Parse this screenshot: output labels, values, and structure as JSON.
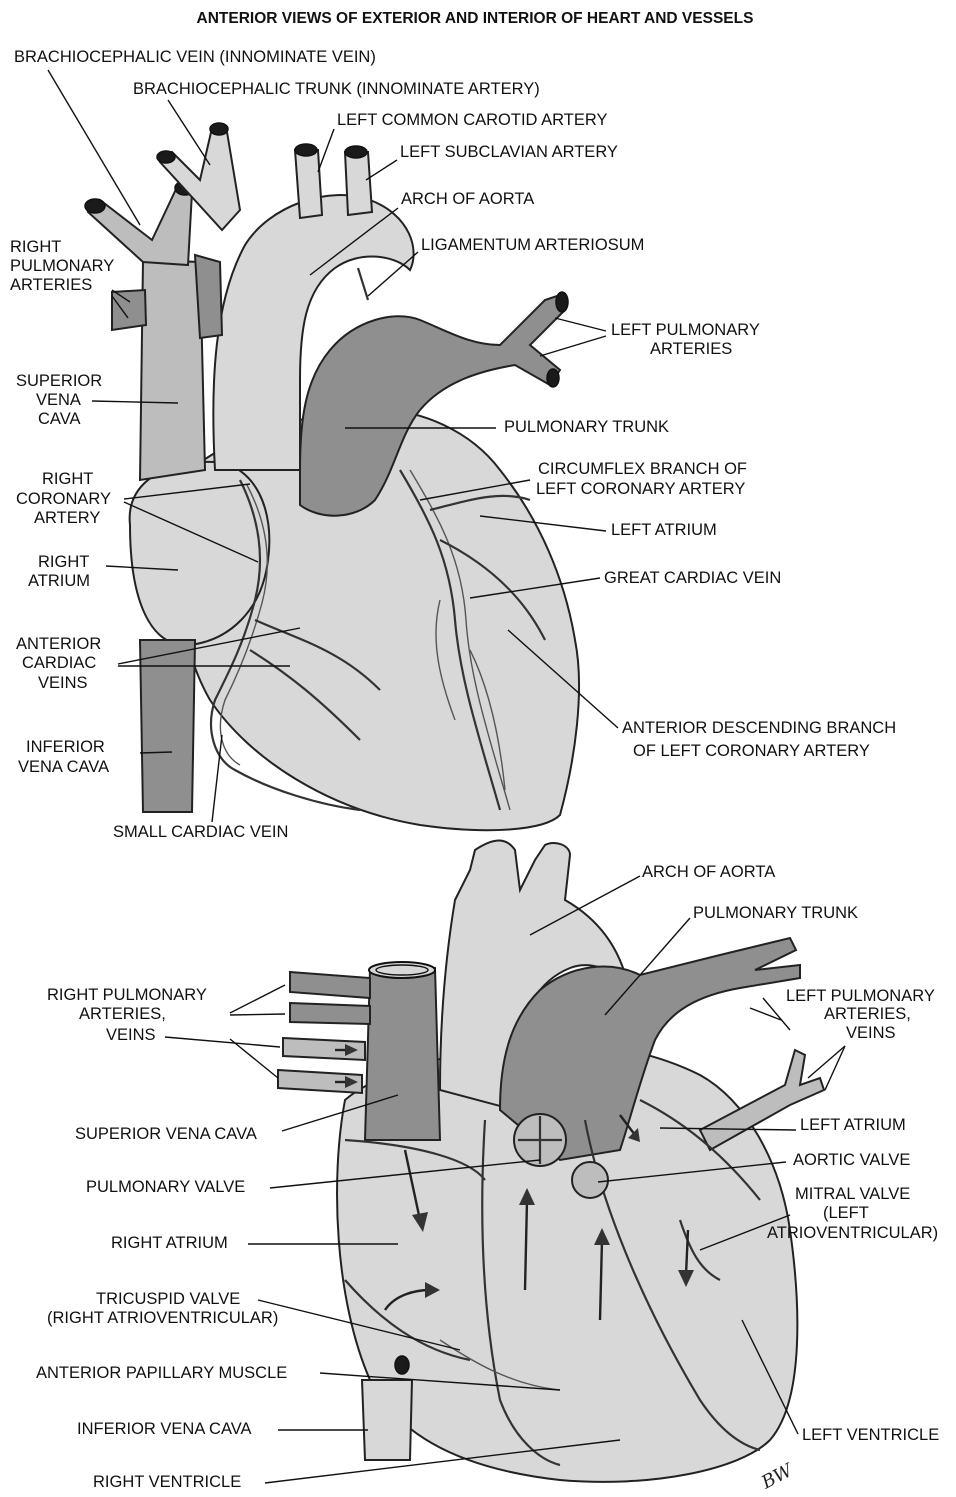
{
  "title": "ANTERIOR VIEWS OF EXTERIOR AND INTERIOR OF HEART AND VESSELS",
  "exterior": {
    "brachiocephalic_vein": "BRACHIOCEPHALIC VEIN (INNOMINATE VEIN)",
    "brachiocephalic_trunk": "BRACHIOCEPHALIC TRUNK (INNOMINATE ARTERY)",
    "left_common_carotid": "LEFT COMMON CAROTID ARTERY",
    "left_subclavian": "LEFT SUBCLAVIAN ARTERY",
    "arch_of_aorta": "ARCH OF AORTA",
    "ligamentum": "LIGAMENTUM ARTERIOSUM",
    "right_pulmonary_arteries": [
      "RIGHT",
      "PULMONARY",
      "ARTERIES"
    ],
    "left_pulmonary_arteries": [
      "LEFT PULMONARY",
      "ARTERIES"
    ],
    "superior_vena_cava": [
      "SUPERIOR",
      "VENA",
      "CAVA"
    ],
    "pulmonary_trunk": "PULMONARY TRUNK",
    "circumflex": [
      "CIRCUMFLEX BRANCH OF",
      "LEFT CORONARY ARTERY"
    ],
    "right_coronary": [
      "RIGHT",
      "CORONARY",
      "ARTERY"
    ],
    "left_atrium": "LEFT ATRIUM",
    "right_atrium": [
      "RIGHT",
      "ATRIUM"
    ],
    "great_cardiac_vein": "GREAT CARDIAC VEIN",
    "anterior_cardiac_veins": [
      "ANTERIOR",
      "CARDIAC",
      "VEINS"
    ],
    "anterior_descending": [
      "ANTERIOR DESCENDING BRANCH",
      "OF LEFT CORONARY ARTERY"
    ],
    "inferior_vena_cava": [
      "INFERIOR",
      "VENA CAVA"
    ],
    "small_cardiac_vein": "SMALL CARDIAC VEIN"
  },
  "interior": {
    "arch_of_aorta": "ARCH OF AORTA",
    "pulmonary_trunk": "PULMONARY TRUNK",
    "right_pulmonary": [
      "RIGHT PULMONARY",
      "ARTERIES,",
      "VEINS"
    ],
    "left_pulmonary": [
      "LEFT PULMONARY",
      "ARTERIES,",
      "VEINS"
    ],
    "superior_vena_cava": "SUPERIOR VENA CAVA",
    "left_atrium": "LEFT ATRIUM",
    "aortic_valve": "AORTIC VALVE",
    "pulmonary_valve": "PULMONARY VALVE",
    "mitral_valve": [
      "MITRAL VALVE",
      "(LEFT",
      "ATRIOVENTRICULAR)"
    ],
    "right_atrium": "RIGHT ATRIUM",
    "tricuspid_valve": [
      "TRICUSPID VALVE",
      "(RIGHT ATRIOVENTRICULAR)"
    ],
    "anterior_papillary": "ANTERIOR PAPILLARY MUSCLE",
    "inferior_vena_cava": "INFERIOR VENA CAVA",
    "left_ventricle": "LEFT VENTRICLE",
    "right_ventricle": "RIGHT VENTRICLE"
  },
  "signature": "BW"
}
